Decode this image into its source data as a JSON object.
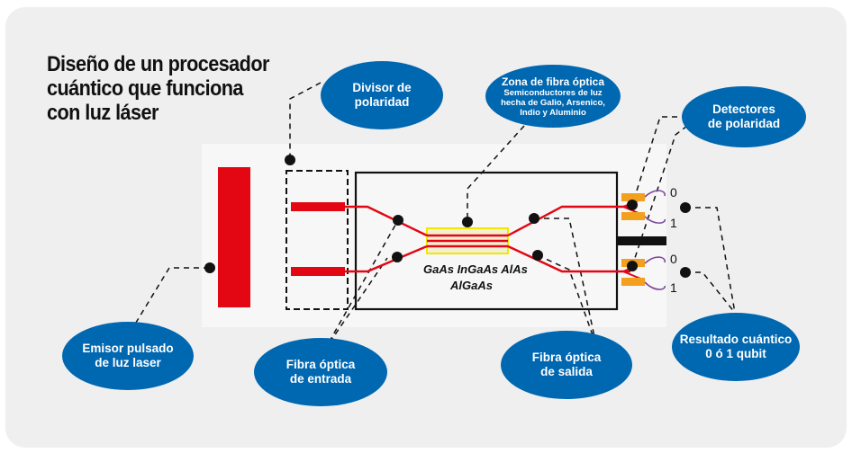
{
  "title_lines": [
    "Diseño de un procesador",
    "cuántico que funciona",
    "con luz láser"
  ],
  "labels": {
    "divisor": [
      "Divisor de",
      "polaridad"
    ],
    "zona_head": "Zona de fibra óptica",
    "zona_body": [
      "Semiconductores de luz",
      "hecha de Galio, Arsenico,",
      "Indio y Aluminio"
    ],
    "detectores": [
      "Detectores",
      "de polaridad"
    ],
    "emisor": [
      "Emisor pulsado",
      "de luz laser"
    ],
    "entrada": [
      "Fibra óptica",
      "de entrada"
    ],
    "salida": [
      "Fibra óptica",
      "de salida"
    ],
    "resultado": [
      "Resultado cuántico",
      "0 ó 1 qubit"
    ]
  },
  "materials": [
    "GaAs InGaAs AlAs",
    "AlGaAs"
  ],
  "bits": {
    "top_zero": "0",
    "top_one": "1",
    "bottom_zero": "0",
    "bottom_one": "1"
  },
  "colors": {
    "laser_red": "#e30613",
    "bubble_blue": "#0067b1",
    "detector_orange": "#f2a01e",
    "waveguide_yellow": "#f3e600",
    "loop_purple": "#7d4b9b",
    "outline_black": "#111111"
  }
}
